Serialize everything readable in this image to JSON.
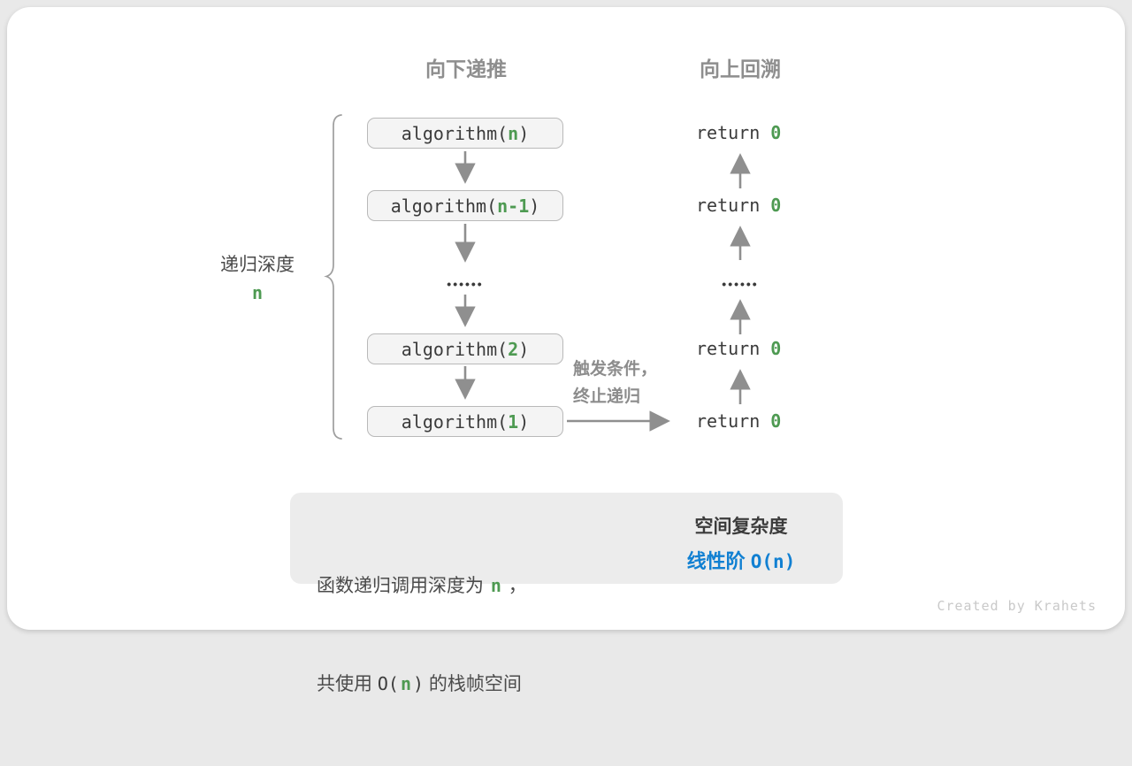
{
  "colors": {
    "accent_green": "#4E9A52",
    "accent_blue": "#1180D2",
    "arrow_gray": "#8F8F8F",
    "box_fill": "#F4F4F4",
    "box_border": "#B9B9B9",
    "summary_fill": "#ECECEC"
  },
  "headers": {
    "downward": "向下递推",
    "upward": "向上回溯"
  },
  "depth_label": {
    "text": "递归深度",
    "value": "n"
  },
  "calls": {
    "items": [
      {
        "prefix": "algorithm(",
        "arg": "n",
        "suffix": ")"
      },
      {
        "prefix": "algorithm(",
        "arg": "n-1",
        "suffix": ")"
      },
      {
        "prefix": "algorithm(",
        "arg": "2",
        "suffix": ")"
      },
      {
        "prefix": "algorithm(",
        "arg": "1",
        "suffix": ")"
      }
    ],
    "ellipsis": "••••••"
  },
  "returns": {
    "items": [
      {
        "keyword": "return",
        "value": "0"
      },
      {
        "keyword": "return",
        "value": "0"
      },
      {
        "keyword": "return",
        "value": "0"
      },
      {
        "keyword": "return",
        "value": "0"
      }
    ],
    "ellipsis": "••••••"
  },
  "base_case_note": {
    "line1": "触发条件，",
    "line2": "终止递归"
  },
  "summary": {
    "left": {
      "line1_pre": "函数递归调用深度为 ",
      "line1_var": "n",
      "line1_post": " ，",
      "line2_pre": "共使用 ",
      "line2_code_open": "O(",
      "line2_var": "n",
      "line2_code_close": ")",
      "line2_post": " 的栈帧空间"
    },
    "right": {
      "title": "空间复杂度",
      "value_label": "线性阶 ",
      "value_code": "O(n)"
    }
  },
  "watermark": "Created by Krahets"
}
